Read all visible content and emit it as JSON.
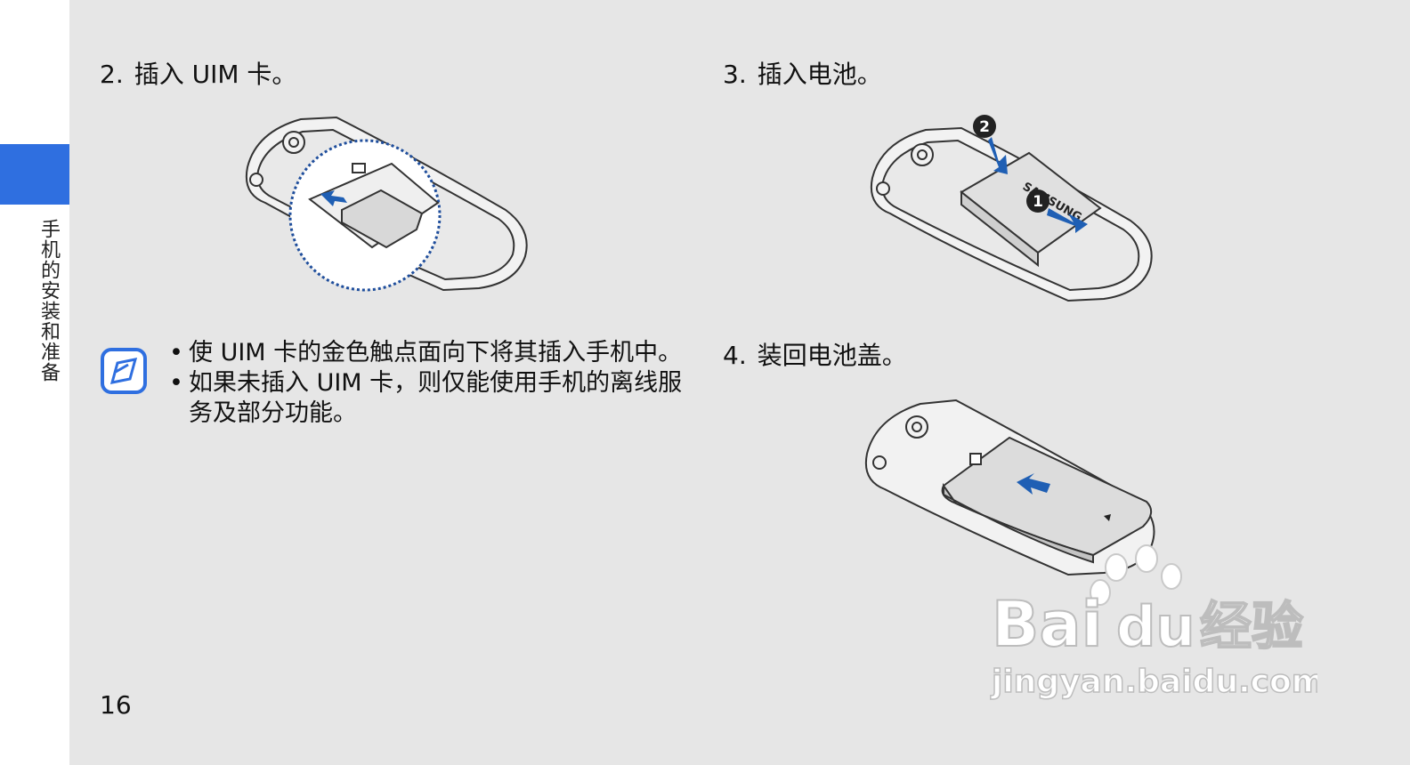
{
  "sidebar": {
    "label": "手机的安装和准备"
  },
  "steps": [
    {
      "num": "2.",
      "text": "插入 UIM 卡。"
    },
    {
      "num": "3.",
      "text": "插入电池。"
    },
    {
      "num": "4.",
      "text": "装回电池盖。"
    }
  ],
  "notes": [
    "使 UIM 卡的金色触点面向下将其插入手机中。",
    "如果未插入 UIM 卡，则仅能使用手机的离线服务及部分功能。"
  ],
  "battery_brand": "SAMSUNG",
  "markers": [
    "2",
    "1"
  ],
  "page_number": "16",
  "watermark": {
    "brand": "Bai",
    "brand2": "du",
    "cn": "经验",
    "url": "jingyan.baidu.com"
  },
  "colors": {
    "accent": "#2f6fe0",
    "arrow": "#1f5fb4",
    "background": "#e6e6e6"
  }
}
